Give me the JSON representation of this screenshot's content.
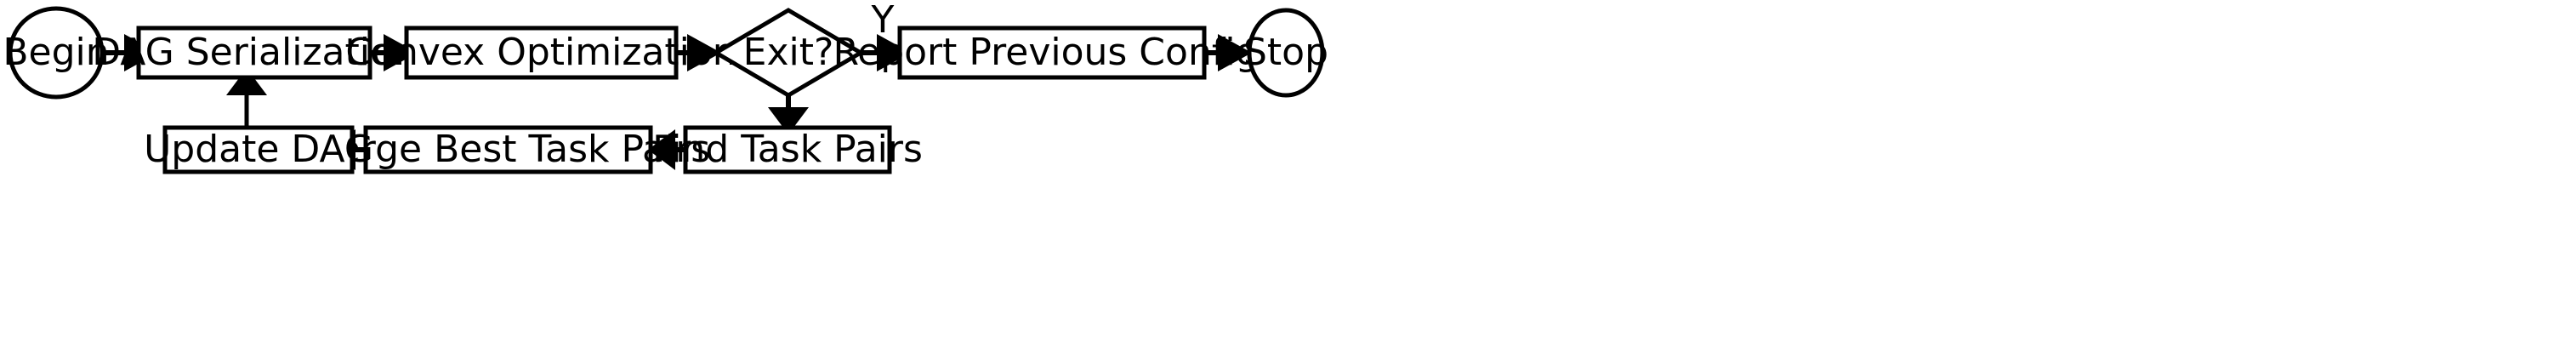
{
  "diagram": {
    "type": "flowchart",
    "title": "",
    "background_color": "#ffffff",
    "stroke_color": "#000000",
    "text_color": "#000000",
    "nodes": [
      {
        "id": "begin",
        "label": "Begin",
        "shape": "ellipse"
      },
      {
        "id": "dag",
        "label": "DAG Serialization",
        "shape": "rectangle"
      },
      {
        "id": "convex",
        "label": "Convex Optimization",
        "shape": "rectangle"
      },
      {
        "id": "exit",
        "label": "Exit?",
        "shape": "diamond"
      },
      {
        "id": "report",
        "label": "Report Previous Config.",
        "shape": "rectangle"
      },
      {
        "id": "stop",
        "label": "Stop",
        "shape": "ellipse"
      },
      {
        "id": "find",
        "label": "Find Task Pairs",
        "shape": "rectangle"
      },
      {
        "id": "merge",
        "label": "Merge Best Task Pairs",
        "shape": "rectangle"
      },
      {
        "id": "update",
        "label": "Update DAG",
        "shape": "rectangle"
      }
    ],
    "edges": [
      {
        "from": "begin",
        "to": "dag",
        "label": "",
        "direction": "right"
      },
      {
        "from": "dag",
        "to": "convex",
        "label": "",
        "direction": "right"
      },
      {
        "from": "convex",
        "to": "exit",
        "label": "",
        "direction": "right"
      },
      {
        "from": "exit",
        "to": "report",
        "label": "Y",
        "direction": "right"
      },
      {
        "from": "report",
        "to": "stop",
        "label": "",
        "direction": "right"
      },
      {
        "from": "exit",
        "to": "find",
        "label": "",
        "direction": "down"
      },
      {
        "from": "find",
        "to": "merge",
        "label": "",
        "direction": "left"
      },
      {
        "from": "merge",
        "to": "update",
        "label": "",
        "direction": "left"
      },
      {
        "from": "update",
        "to": "dag",
        "label": "",
        "direction": "up"
      }
    ]
  }
}
